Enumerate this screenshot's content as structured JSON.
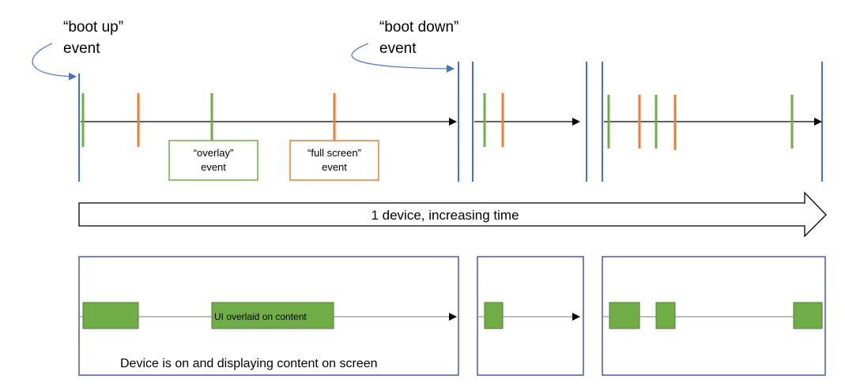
{
  "labels": {
    "boot_up": [
      "“boot up”",
      "event"
    ],
    "boot_down": [
      "“boot down”",
      "event"
    ],
    "overlay": [
      "“overlay”",
      "event"
    ],
    "full_screen": [
      "“full screen”",
      "event"
    ],
    "big_arrow": "1 device, increasing time",
    "ui_overlaid": "UI overlaid on content",
    "device_on": "Device is on and displaying content on screen"
  },
  "colors": {
    "session_line": "#4472c4",
    "overlay_event": "#70ad47",
    "fullscreen_event": "#ed7d31",
    "box_border": "#2f3e8f",
    "segment_fill": "#70ad47",
    "segment_stroke": "#507e32",
    "callout_arrow": "#5a7fc4"
  },
  "icons": {
    "callout": "curved-arrow-icon",
    "timeline": "arrow-right-icon",
    "big_arrow": "block-arrow-right-icon"
  }
}
